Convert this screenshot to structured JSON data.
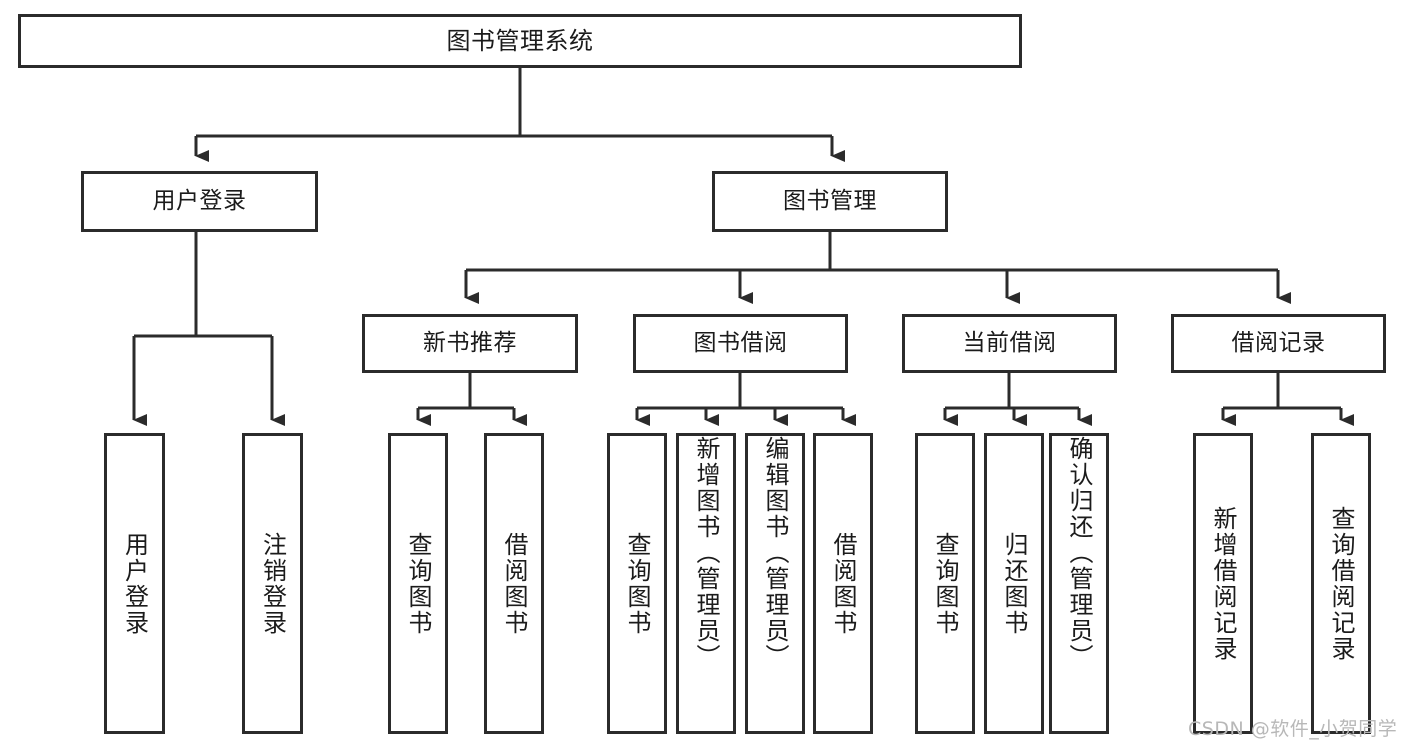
{
  "diagram": {
    "title": "图书管理系统",
    "type": "tree",
    "colors": {
      "box_border": "#2b2b2b",
      "box_fill": "#ffffff",
      "line": "#2b2b2b",
      "text": "#1b1b1b",
      "watermark": "#b8b8b8",
      "background": "#ffffff"
    },
    "root": {
      "label": "图书管理系统"
    },
    "level2": [
      {
        "label": "用户登录"
      },
      {
        "label": "图书管理"
      }
    ],
    "level3": [
      {
        "label": "新书推荐"
      },
      {
        "label": "图书借阅"
      },
      {
        "label": "当前借阅"
      },
      {
        "label": "借阅记录"
      }
    ],
    "leaves": {
      "user_login": [
        {
          "label": "用户登录"
        },
        {
          "label": "注销登录"
        }
      ],
      "new_book_recommend": [
        {
          "label": "查询图书"
        },
        {
          "label": "借阅图书"
        }
      ],
      "book_borrow": [
        {
          "label": "查询图书"
        },
        {
          "label": "新增图书（管理员）"
        },
        {
          "label": "编辑图书（管理员）"
        },
        {
          "label": "借阅图书"
        }
      ],
      "current_borrow": [
        {
          "label": "查询图书"
        },
        {
          "label": "归还图书"
        },
        {
          "label": "确认归还（管理员）"
        }
      ],
      "borrow_record": [
        {
          "label": "新增借阅记录"
        },
        {
          "label": "查询借阅记录"
        }
      ]
    }
  },
  "watermark": {
    "text": "CSDN @软件_小贺同学"
  }
}
